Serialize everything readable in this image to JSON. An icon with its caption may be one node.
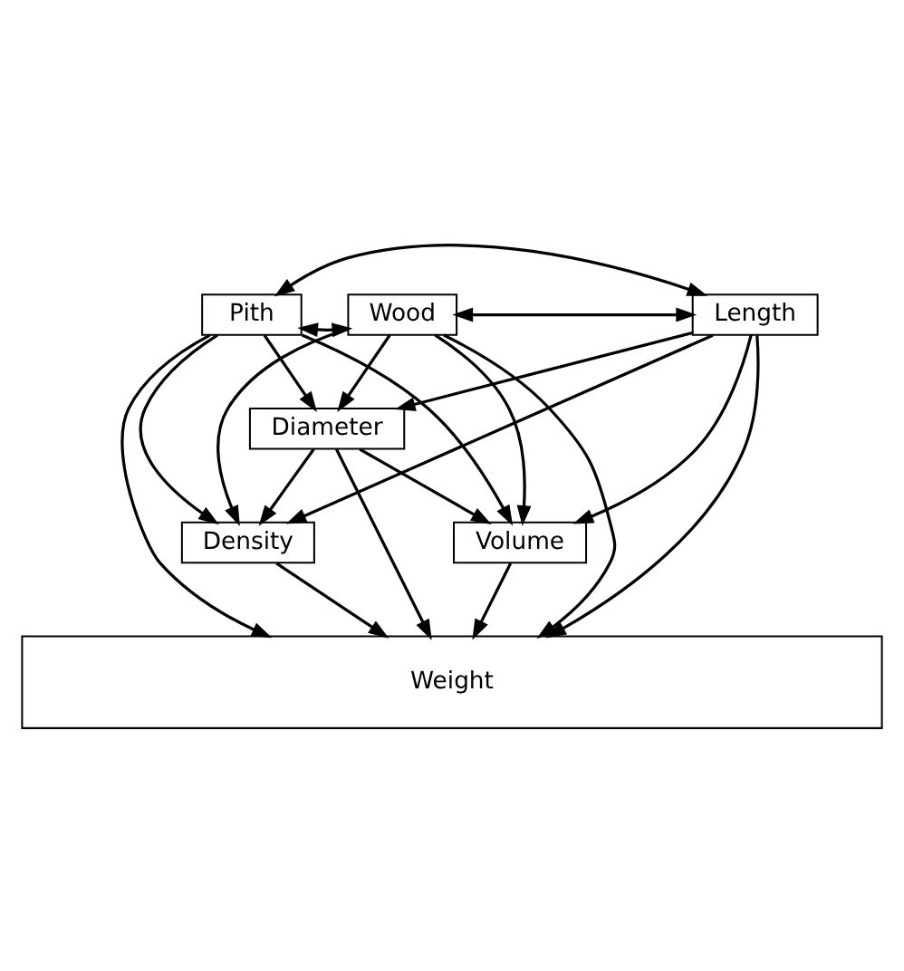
{
  "diagram": {
    "nodes": [
      {
        "text": [
          "Pith"
        ]
      },
      {
        "text": [
          "Wood"
        ]
      },
      {
        "text": [
          "Length"
        ]
      },
      {
        "text": [
          "Diameter"
        ]
      },
      {
        "text": [
          "Volume"
        ]
      },
      {
        "text": [
          "Density"
        ]
      },
      {
        "text": [
          "Weight"
        ]
      }
    ],
    "edges": [
      {
        "from": 2,
        "to": 1,
        "arrow": "both"
      },
      {
        "from": 2,
        "to": 0,
        "arrow": "both"
      },
      {
        "from": 0,
        "to": 1,
        "arrow": "both"
      },
      {
        "from": 0,
        "to": 4,
        "arrow": "to"
      },
      {
        "from": 0,
        "to": 3,
        "arrow": "to"
      },
      {
        "from": 0,
        "to": 5,
        "arrow": "to"
      },
      {
        "from": 0,
        "to": 6,
        "arrow": "to"
      },
      {
        "from": 1,
        "to": 4,
        "arrow": "to"
      },
      {
        "from": 1,
        "to": 3,
        "arrow": "to"
      },
      {
        "from": 1,
        "to": 6,
        "arrow": "to"
      },
      {
        "from": 1,
        "to": 5,
        "arrow": "to"
      },
      {
        "from": 2,
        "to": 4,
        "arrow": "to"
      },
      {
        "from": 2,
        "to": 6,
        "arrow": "to"
      },
      {
        "from": 2,
        "to": 3,
        "arrow": "to"
      },
      {
        "from": 2,
        "to": 5,
        "arrow": "to"
      },
      {
        "from": 3,
        "to": 4,
        "arrow": "to"
      },
      {
        "from": 3,
        "to": 6,
        "arrow": "to"
      },
      {
        "from": 3,
        "to": 5,
        "arrow": "to"
      },
      {
        "from": 4,
        "to": 6,
        "arrow": "to"
      },
      {
        "from": 5,
        "to": 6,
        "arrow": "to"
      }
    ]
  }
}
